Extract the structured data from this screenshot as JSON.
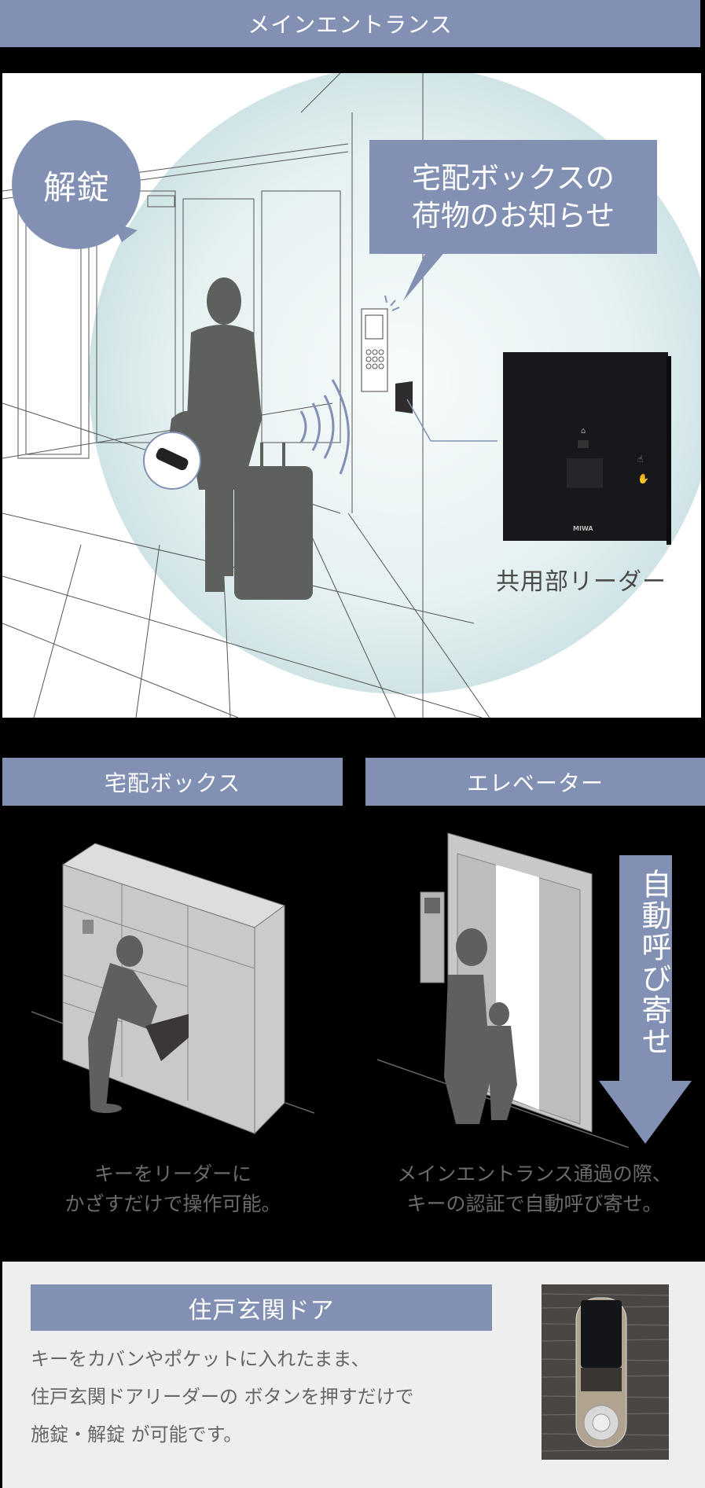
{
  "header": {
    "title": "メインエントランス"
  },
  "main_scene": {
    "bubble_unlock": "解錠",
    "bubble_delivery_line1": "宅配ボックスの",
    "bubble_delivery_line2": "荷物のお知らせ",
    "reader_label": "共用部リーダー",
    "reader_brand": "MIWA"
  },
  "sections": {
    "delivery_box": {
      "title": "宅配ボックス",
      "caption_line1": "キーをリーダーに",
      "caption_line2": "かざすだけで操作可能。"
    },
    "elevator": {
      "title": "エレベーター",
      "arrow_label": "自動呼び寄せ",
      "caption_line1": "メインエントランス通過の際、",
      "caption_line2": "キーの認証で自動呼び寄せ。"
    }
  },
  "door": {
    "title": "住戸玄関ドア",
    "text_line1": "キーをカバンやポケットに入れたまま、",
    "text_line2": "住戸玄関ドアリーダーの ボタンを押すだけで",
    "text_line3": "施錠・解錠 が可能です。"
  },
  "colors": {
    "accent": "#8290b3",
    "background": "#000000",
    "panel": "#eeeeee",
    "silhouette": "#5d605c"
  }
}
